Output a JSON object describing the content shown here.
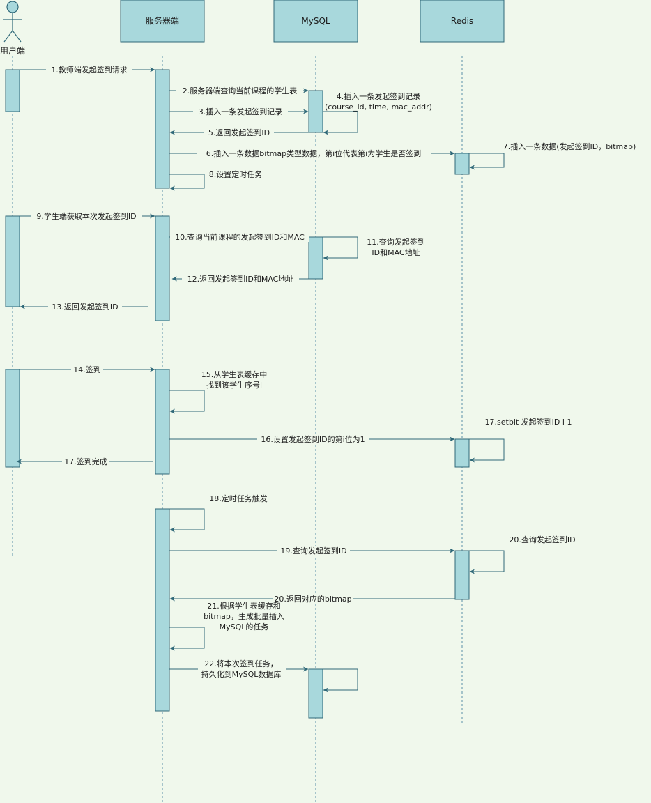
{
  "participants": {
    "user": "用户端",
    "server": "服务器端",
    "mysql": "MySQL",
    "redis": "Redis"
  },
  "messages": [
    "1.教师端发起签到请求",
    "2.服务器端查询当前课程的学生表",
    "3.插入一条发起签到记录",
    "4.插入一条发起签到记录",
    "(course_id, time, mac_addr)",
    "5.返回发起签到ID",
    "6.插入一条数据bitmap类型数据，第i位代表第i为学生是否签到",
    "7.插入一条数据(发起签到ID，bitmap)",
    "8.设置定时任务",
    "9.学生端获取本次发起签到ID",
    "10.查询当前课程的发起签到ID和MAC",
    "11.查询发起签到",
    "ID和MAC地址",
    "12.返回发起签到ID和MAC地址",
    "13.返回发起签到ID",
    "14.签到",
    "15.从学生表缓存中",
    "找到该学生序号i",
    "16.设置发起签到ID的第i位为1",
    "17.setbit 发起签到ID i 1",
    "17.签到完成",
    "18.定时任务触发",
    "19.查询发起签到ID",
    "20.查询发起签到ID",
    "20.返回对应的bitmap",
    "21.根据学生表缓存和",
    "bitmap，生成批量插入",
    "MySQL的任务",
    "22.将本次签到任务，",
    "持久化到MySQL数据库"
  ],
  "colors": {
    "background": "#f0f8ec",
    "box_fill": "#a8d8dc",
    "stroke": "#2f6878"
  }
}
